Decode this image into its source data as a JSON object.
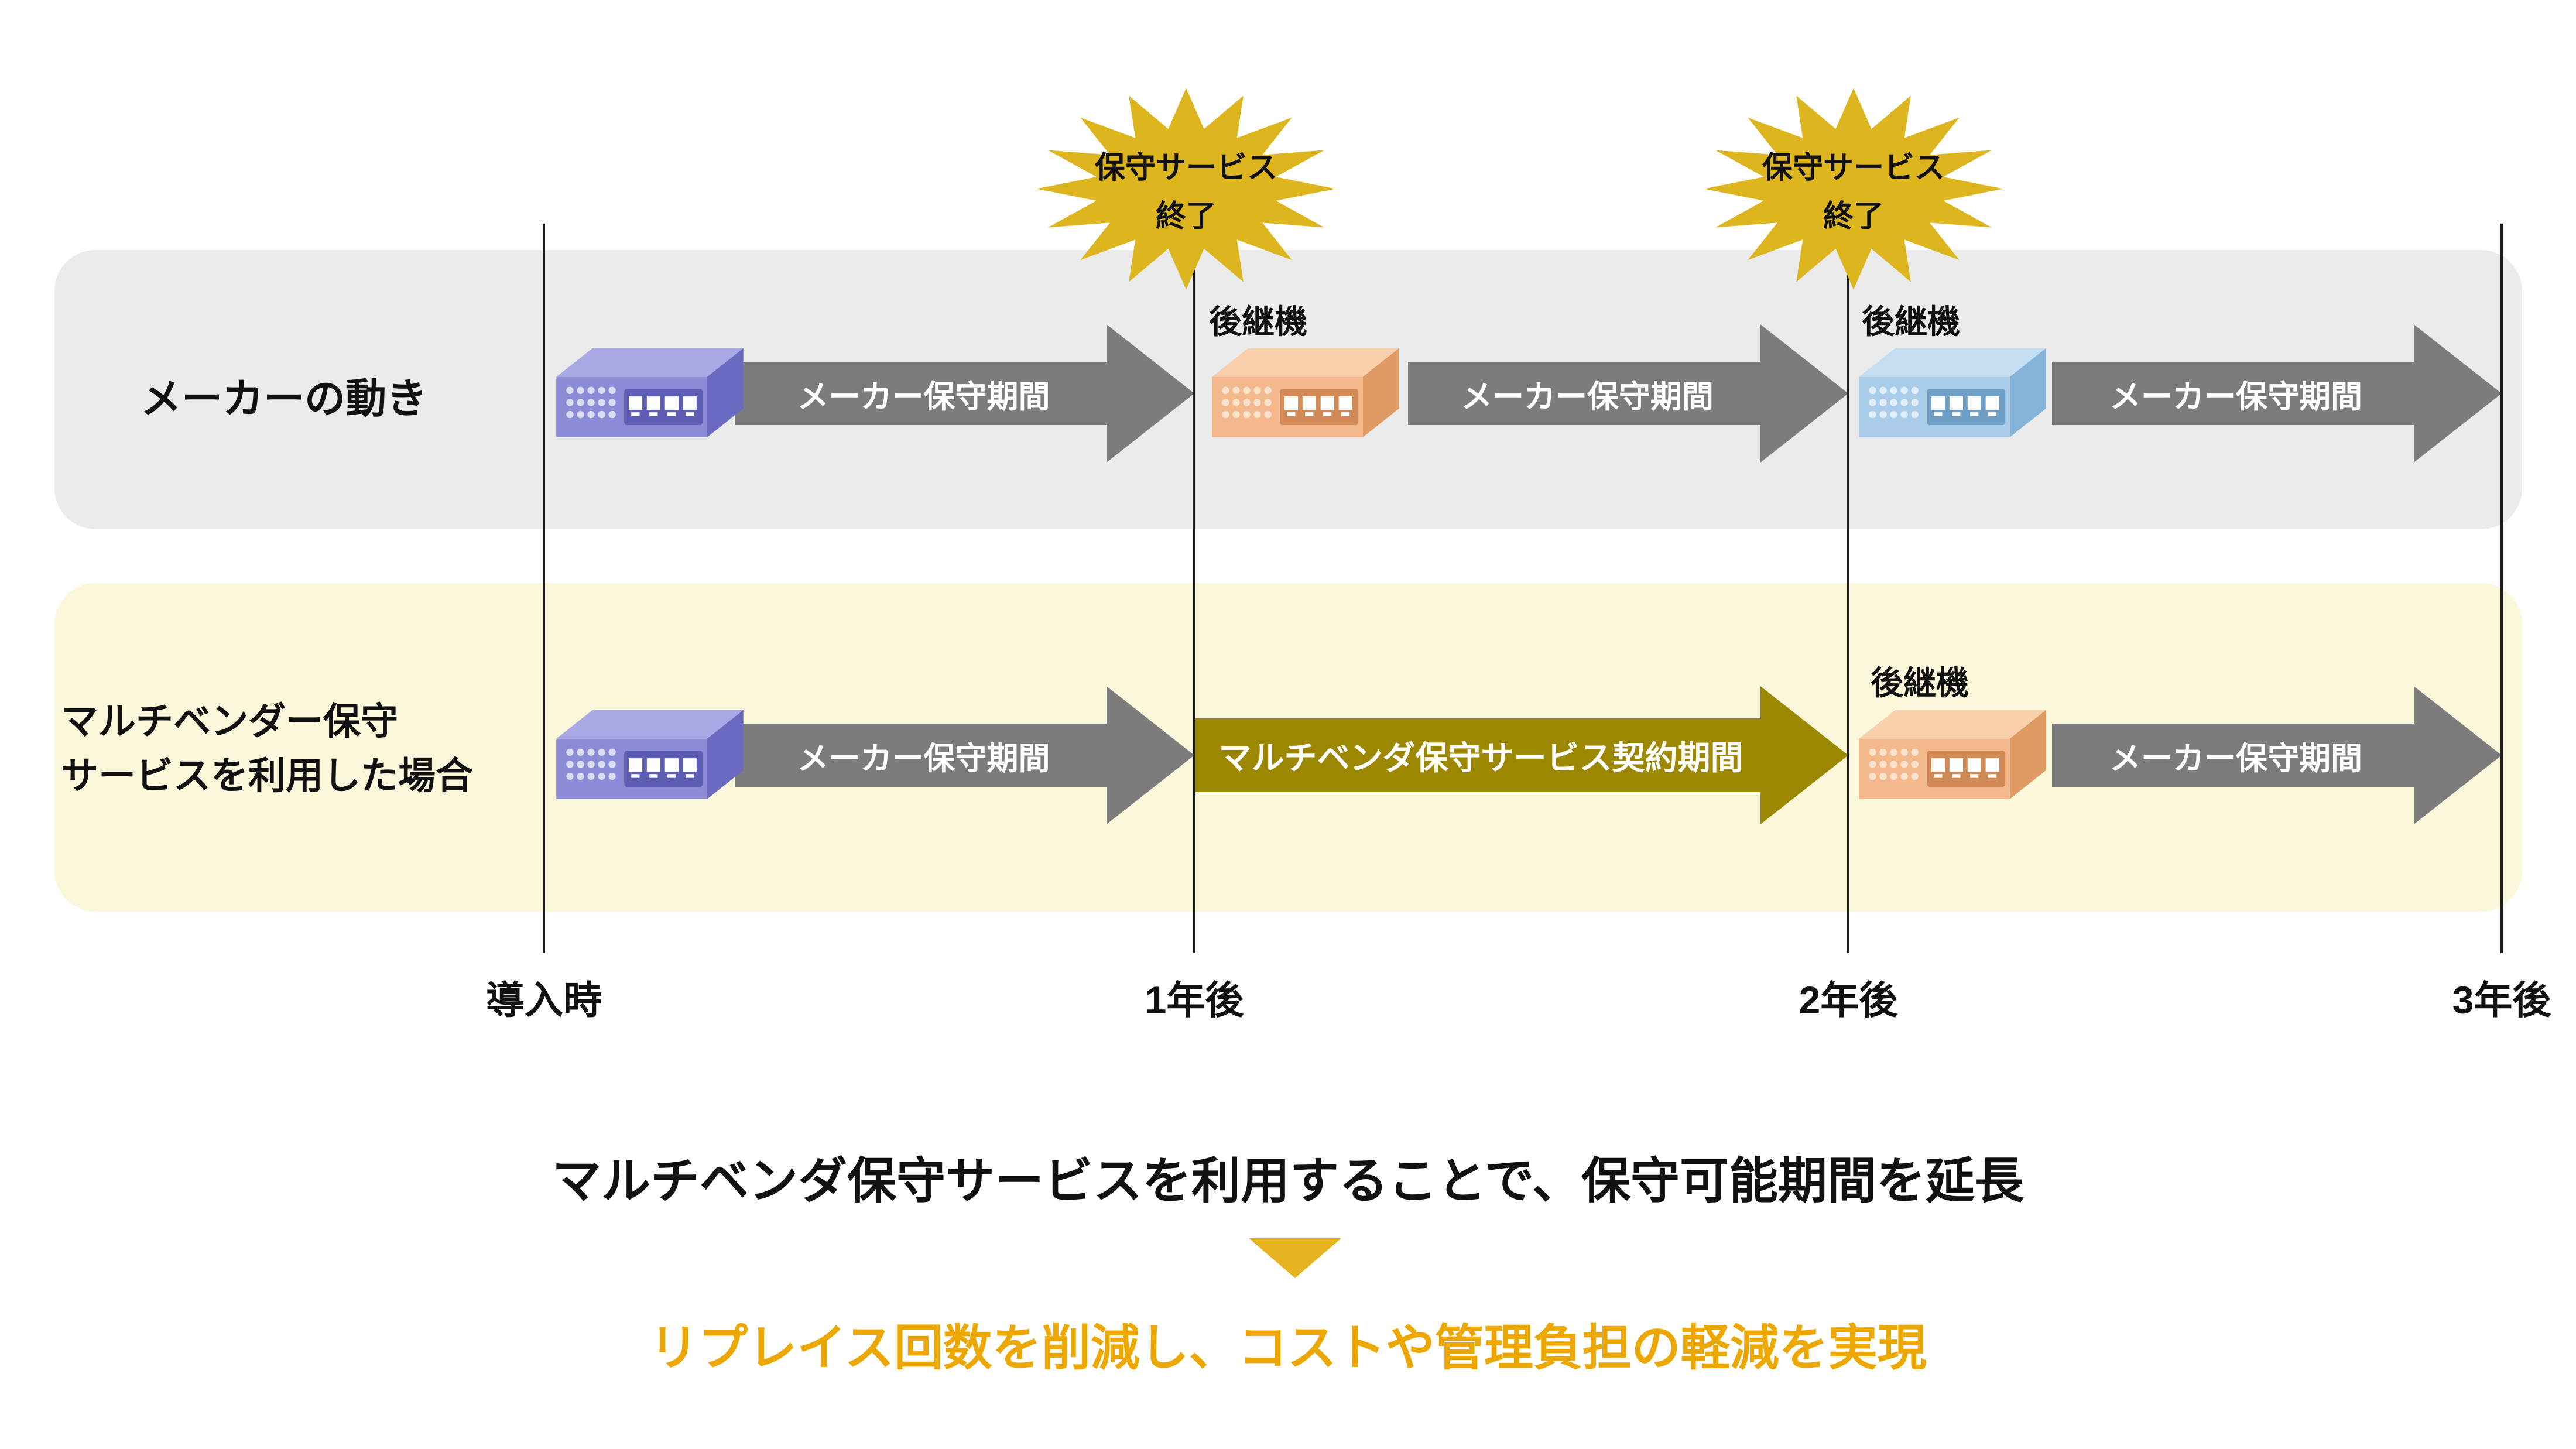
{
  "colors": {
    "maker_band_bg": "#ebebeb",
    "multivendor_band_bg": "#fbf7da",
    "arrow_gray": "#7c7c7c",
    "contract_arrow": "#9c8800",
    "starburst": "#ddb51f",
    "triangle_gold": "#e6b41e",
    "footer_accent": "#eca800",
    "device_purple": "#8b8bd6",
    "device_orange": "#f3b88b",
    "device_blue": "#a9cce9"
  },
  "rows": {
    "maker": {
      "label": "メーカーの動き",
      "arrow1": "メーカー保守期間",
      "arrow2": "メーカー保守期間",
      "arrow3": "メーカー保守期間",
      "successor1": "後継機",
      "successor2": "後継機"
    },
    "multivendor": {
      "label_line1": "マルチベンダー保守",
      "label_line2": "サービスを利用した場合",
      "arrow1": "メーカー保守期間",
      "contract_arrow": "マルチベンダ保守サービス契約期間",
      "arrow3": "メーカー保守期間",
      "successor": "後継機"
    }
  },
  "starburst": {
    "line1": "保守サービス",
    "line2": "終了"
  },
  "timeline": {
    "t0": "導入時",
    "t1": "1年後",
    "t2": "2年後",
    "t3": "3年後"
  },
  "footer": {
    "headline": "マルチベンダ保守サービスを利用することで、保守可能期間を延長",
    "result": "リプレイス回数を削減し、コストや管理負担の軽減を実現"
  }
}
